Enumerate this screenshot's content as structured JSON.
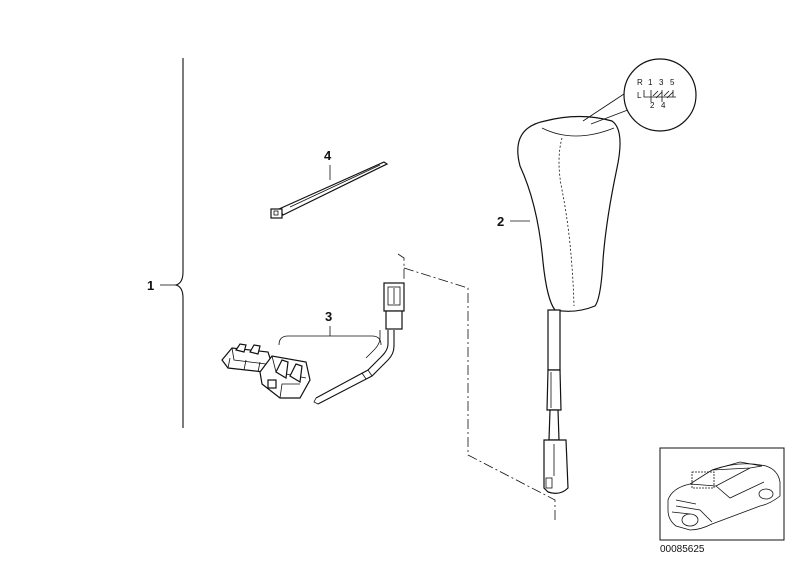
{
  "callouts": {
    "c1": "1",
    "c2": "2",
    "c3": "3",
    "c4": "4"
  },
  "shift_pattern": {
    "r": "R",
    "n1": "1",
    "n3": "3",
    "n5": "5",
    "l": "L",
    "n2": "2",
    "n4": "4"
  },
  "reference_number": "00085625"
}
